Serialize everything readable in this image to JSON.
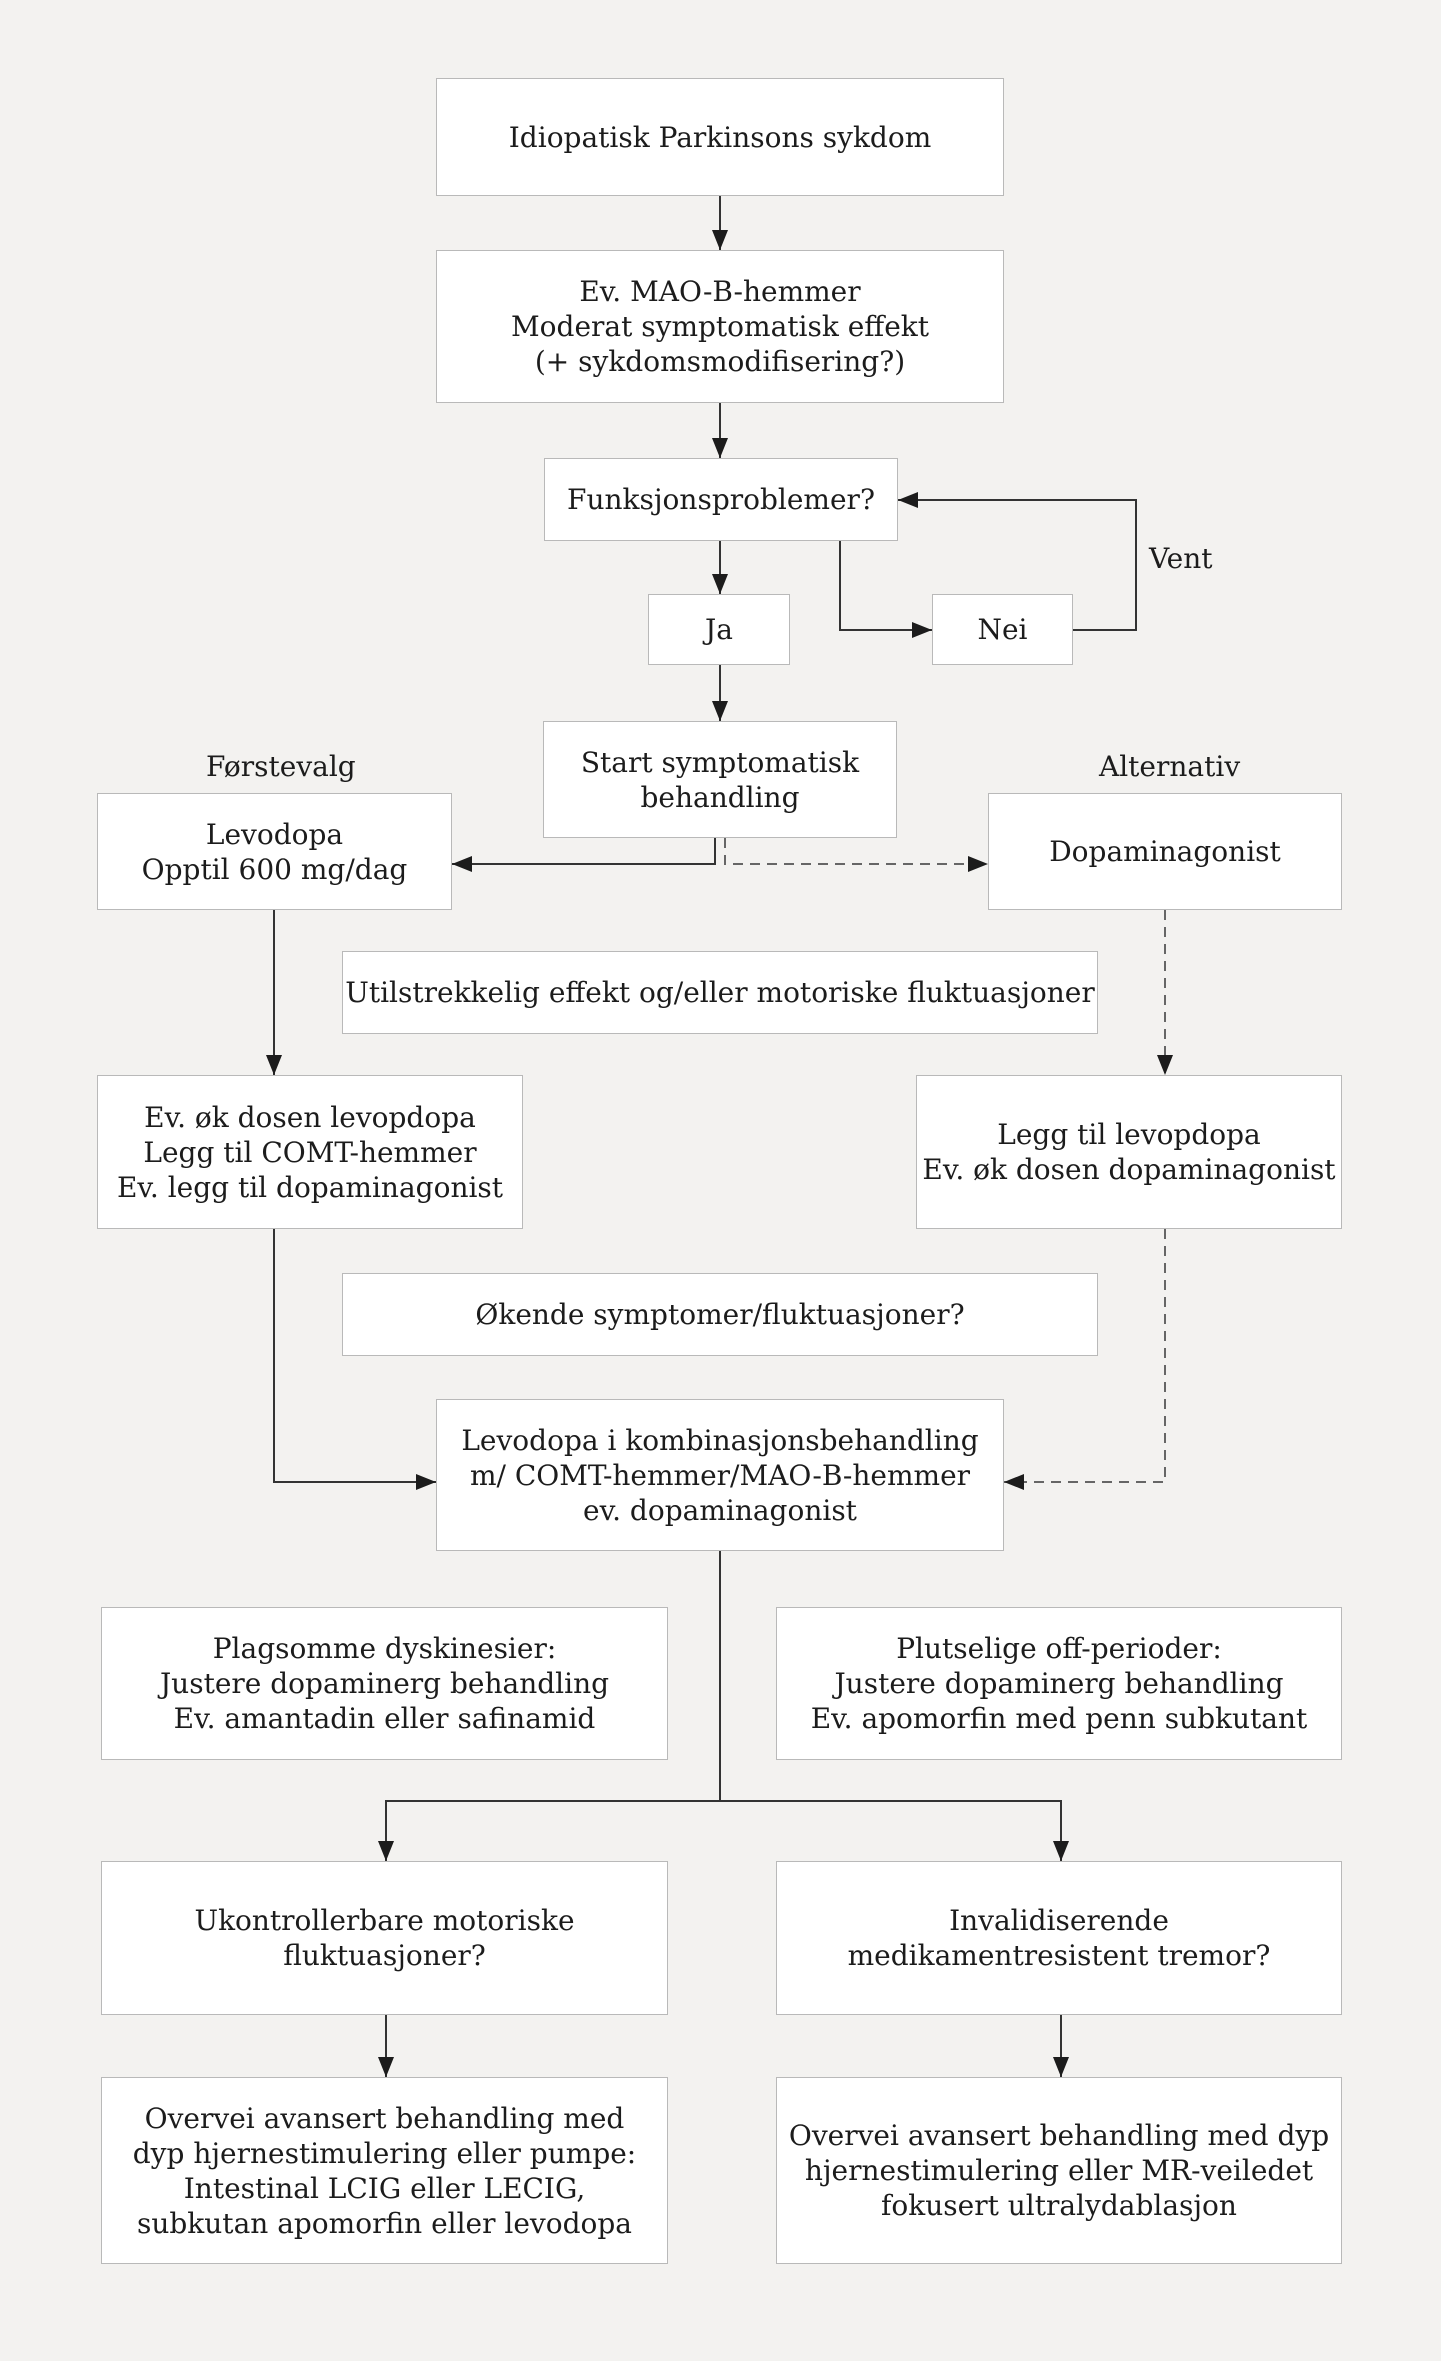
{
  "nodes": {
    "start": [
      "Idiopatisk Parkinsons sykdom"
    ],
    "maob": [
      "Ev. MAO-B-hemmer",
      "Moderat symptomatisk effekt",
      "(+ sykdomsmodifisering?)"
    ],
    "funksjon": [
      "Funksjonsproblemer?"
    ],
    "ja": [
      "Ja"
    ],
    "nei": [
      "Nei"
    ],
    "start_sympt": [
      "Start symptomatisk",
      "behandling"
    ],
    "levodopa": [
      "Levodopa",
      "Opptil 600 mg/dag"
    ],
    "dopaminagonist": [
      "Dopaminagonist"
    ],
    "utilstrekkelig": [
      "Utilstrekkelig effekt og/eller motoriske fluktuasjoner"
    ],
    "ev_ok_levodopa": [
      "Ev. øk dosen levopdopa",
      "Legg til COMT-hemmer",
      "Ev. legg til dopaminagonist"
    ],
    "legg_til_levodopa": [
      "Legg til levopdopa",
      "Ev. øk dosen dopaminagonist"
    ],
    "okende": [
      "Økende symptomer/fluktuasjoner?"
    ],
    "kombinasjon": [
      "Levodopa i kombinasjonsbehandling",
      "m/ COMT-hemmer/MAO-B-hemmer",
      "ev. dopaminagonist"
    ],
    "dyskinesier": [
      "Plagsomme dyskinesier:",
      "Justere dopaminerg behandling",
      "Ev. amantadin eller safinamid"
    ],
    "off_perioder": [
      "Plutselige off-perioder:",
      "Justere dopaminerg behandling",
      "Ev. apomorfin med penn subkutant"
    ],
    "ukontrollerbare": [
      "Ukontrollerbare motoriske",
      "fluktuasjoner?"
    ],
    "invalidiserende": [
      "Invalidiserende",
      "medikamentresistent tremor?"
    ],
    "avansert_pumpe": [
      "Overvei avansert behandling med",
      "dyp hjernestimulering eller pumpe:",
      "Intestinal LCIG eller LECIG,",
      "subkutan apomorfin eller levodopa"
    ],
    "avansert_mr": [
      "Overvei avansert behandling med dyp",
      "hjernestimulering eller MR-veiledet",
      "fokusert ultralydablasjon"
    ]
  },
  "labels": {
    "vent": "Vent",
    "forstevalg": "Førstevalg",
    "alternativ": "Alternativ"
  }
}
